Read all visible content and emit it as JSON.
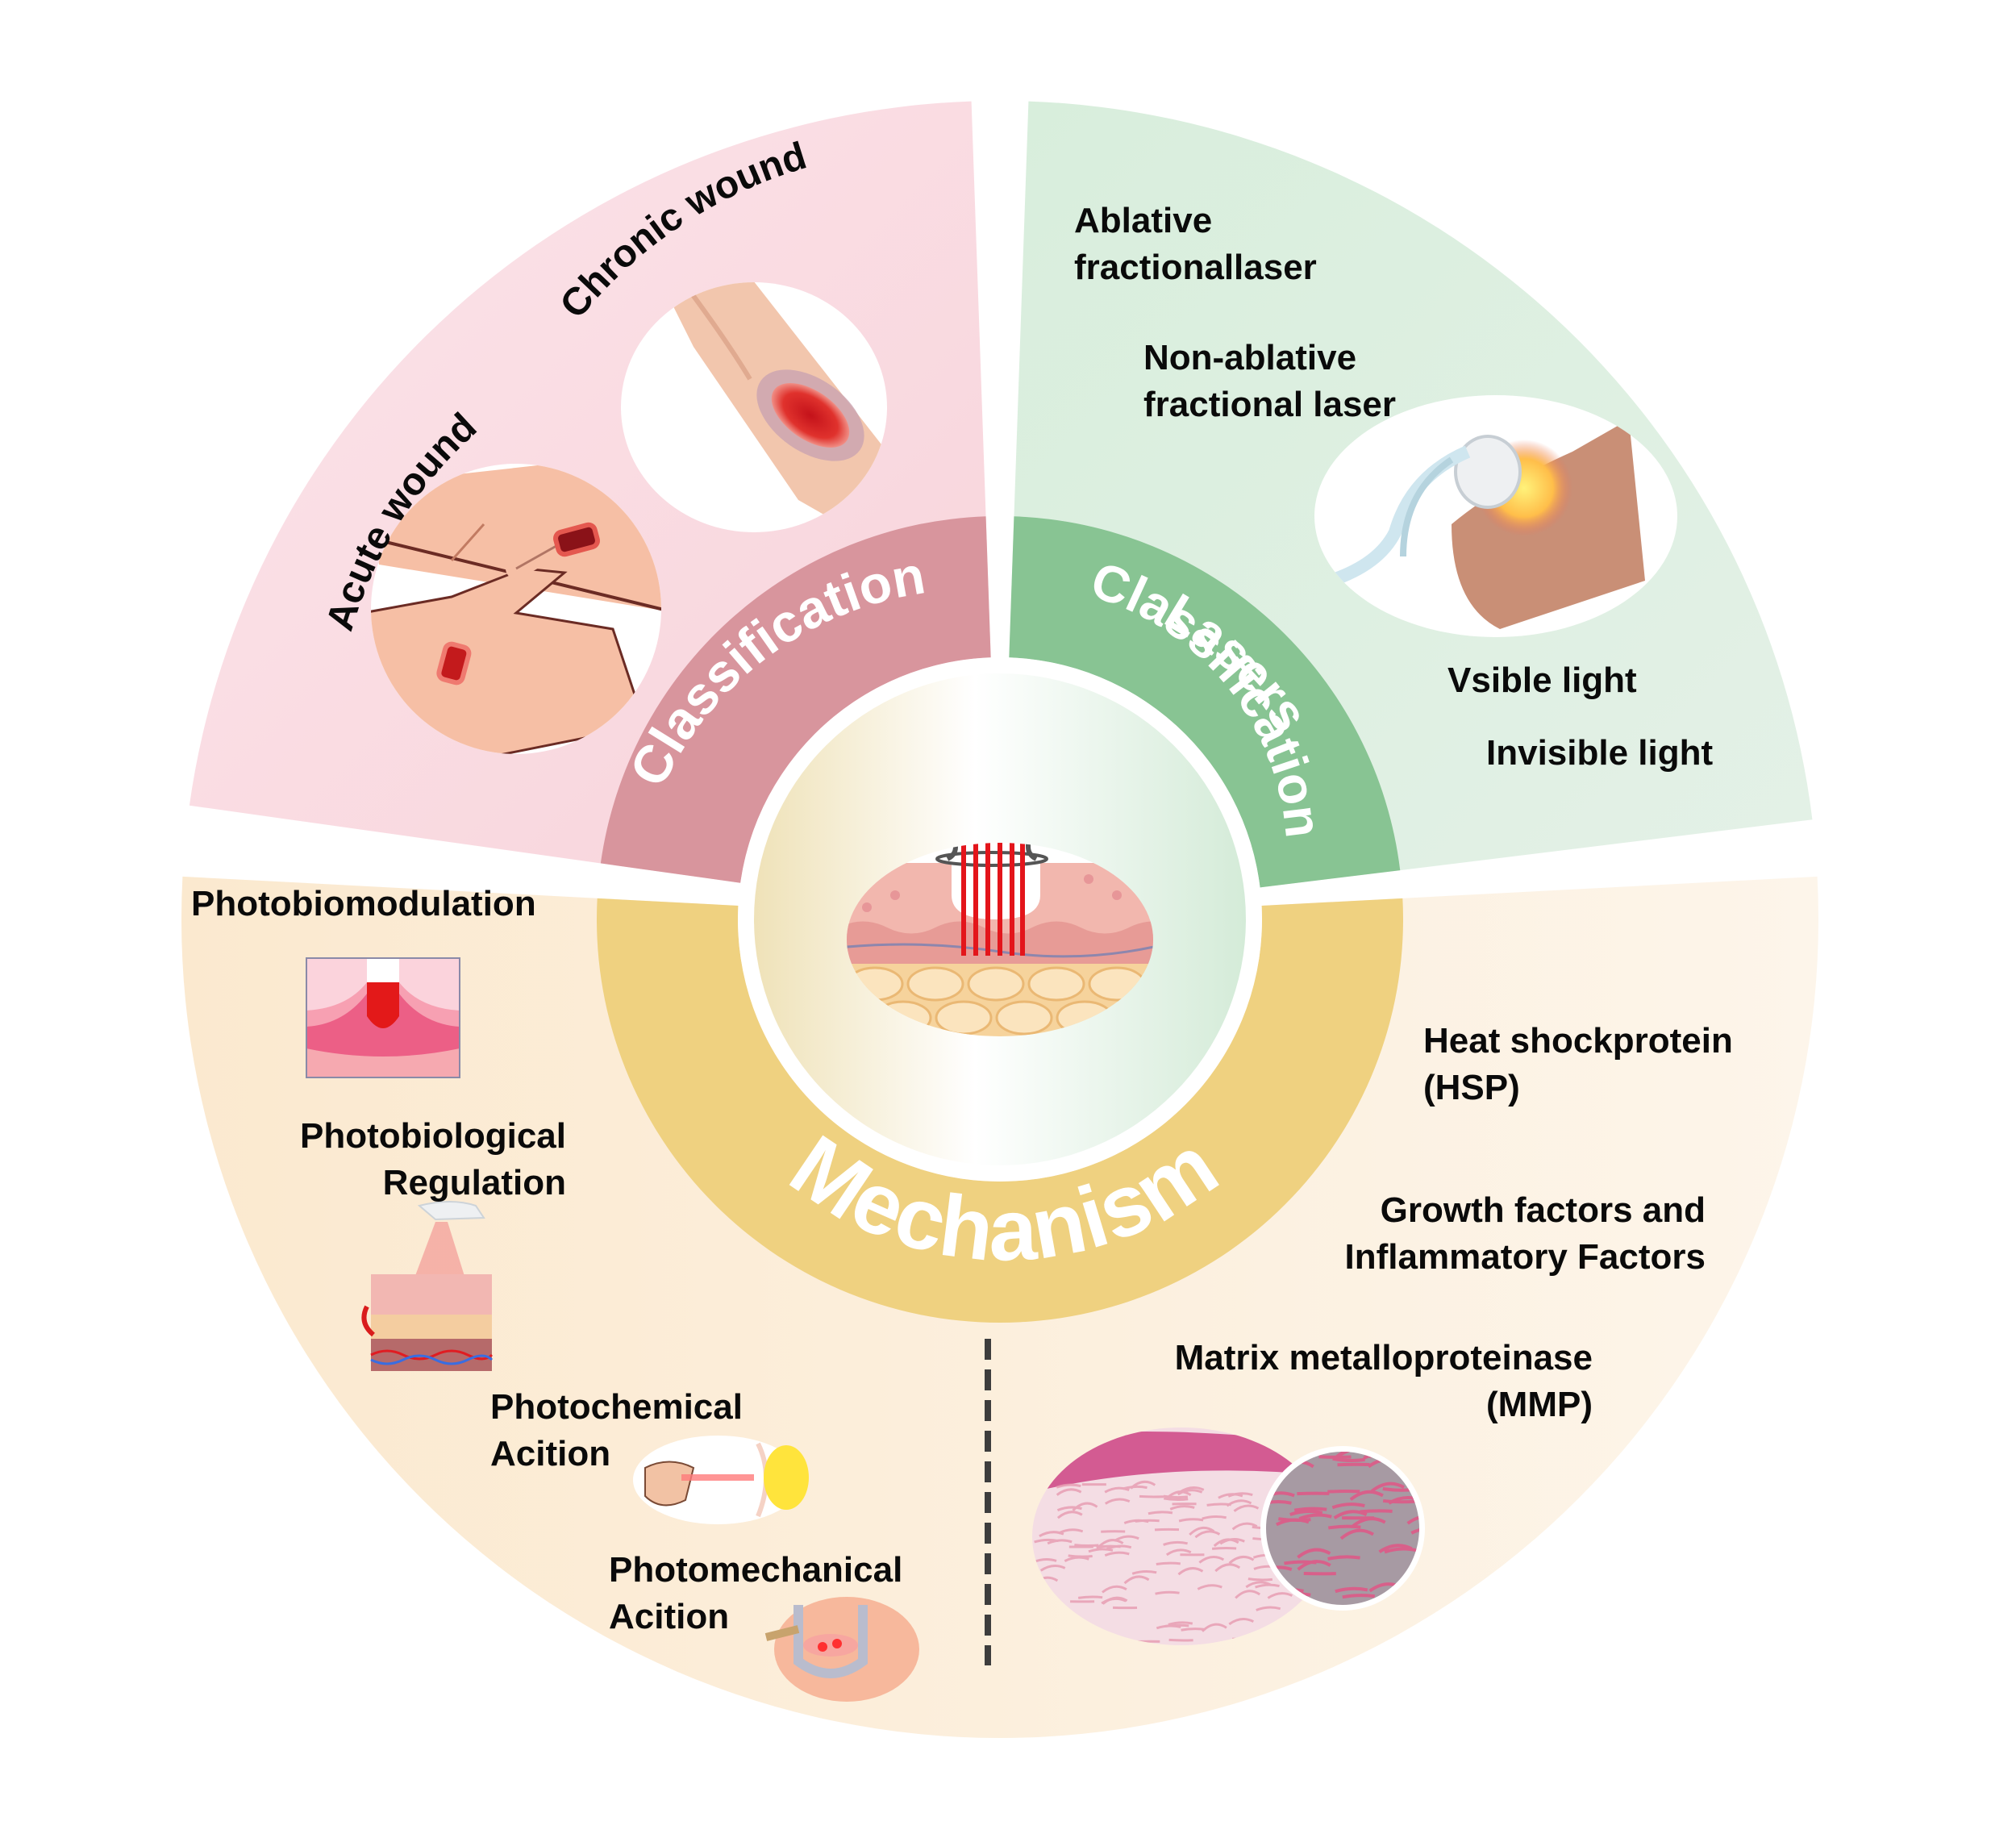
{
  "colors": {
    "wound_segment": "#f9d6de",
    "wound_band": "#d8959d",
    "laser_segment": "#dcefe1",
    "laser_band": "#88c493",
    "mechanism_segment": "#fcefdc",
    "mechanism_band": "#efd180",
    "band_text": "#ffffff",
    "label_text": "#0a0a0a",
    "divider": "#3d3d3d"
  },
  "wound_section": {
    "band_label": "Classification",
    "items": [
      {
        "label": "Chronic wound",
        "image": "chronic-wound-leg-ulcer"
      },
      {
        "label": "Acute wound",
        "image": "acute-wound-hand-cut"
      }
    ]
  },
  "laser_section": {
    "band_label_line1": "Lasers",
    "band_label_line2": "Classification",
    "items": [
      {
        "lines": [
          "Ablative",
          "fractionallaser"
        ]
      },
      {
        "lines": [
          "Non-ablative",
          "fractional laser"
        ]
      },
      {
        "lines": [
          "Vsible light"
        ]
      },
      {
        "lines": [
          "Invisible light"
        ]
      }
    ],
    "image": "laser-handpiece-on-skin"
  },
  "mechanism_section": {
    "band_label": "Mechanism",
    "left_items": [
      {
        "lines": [
          "Photobiomodulation"
        ],
        "image": "temperature-contour-plot"
      },
      {
        "lines": [
          "Photobiological",
          "Regulation"
        ],
        "image": "skin-layers-with-light-device"
      },
      {
        "lines": [
          "Photochemical",
          "Acition"
        ],
        "image": "laser-pointer-on-skin"
      },
      {
        "lines": [
          "Photomechanical",
          "Acition"
        ],
        "image": "microneedle-cylinder"
      }
    ],
    "right_items": [
      {
        "lines": [
          "Heat shockprotein",
          "(HSP)"
        ]
      },
      {
        "lines": [
          "Growth factors and",
          "Inflammatory Factors"
        ]
      },
      {
        "lines": [
          "Matrix metalloproteinase",
          "(MMP)"
        ],
        "image": "histology-collagen-section"
      }
    ]
  },
  "center": {
    "image": "fractional-laser-skin-cross-section"
  }
}
